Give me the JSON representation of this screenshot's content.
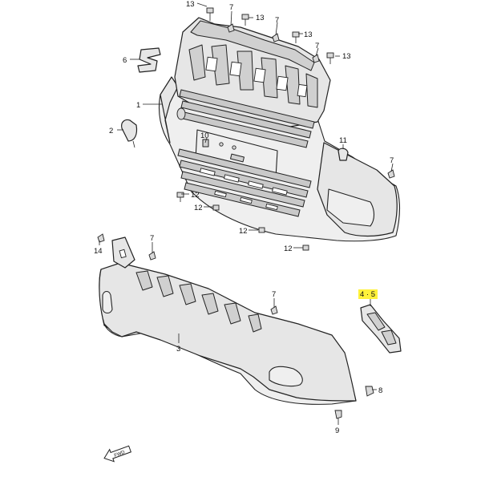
{
  "callouts": {
    "c1": "1",
    "c2": "2",
    "c3": "3",
    "c6": "6",
    "c7a": "7",
    "c7b": "7",
    "c7c": "7",
    "c7d": "7",
    "c7e": "7",
    "c7f": "7",
    "c8": "8",
    "c9": "9",
    "c10": "10",
    "c11": "11",
    "c12a": "12",
    "c12b": "12",
    "c12c": "12",
    "c12d": "12",
    "c13a": "13",
    "c13b": "13",
    "c13c": "13",
    "c14": "14",
    "c45": "4 · 5"
  },
  "fwd_label": "FWD",
  "highlight_color": "#fff23a"
}
